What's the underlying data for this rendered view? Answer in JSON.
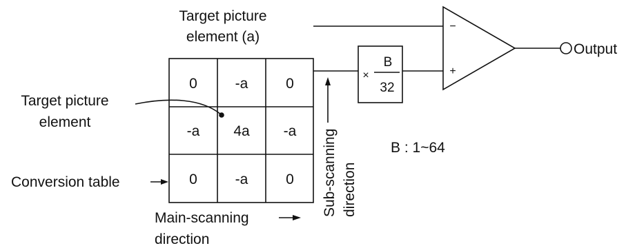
{
  "labels": {
    "target_element_a_line1": "Target picture",
    "target_element_a_line2": "element (a)",
    "target_element_line1": "Target picture",
    "target_element_line2": "element",
    "conversion_table": "Conversion table",
    "main_scanning_line1": "Main-scanning",
    "main_scanning_line2": "direction",
    "sub_scanning_line1": "Sub-scanning",
    "sub_scanning_line2": "direction",
    "b_range": "B : 1~64",
    "output": "Output"
  },
  "table": {
    "rows": [
      [
        "0",
        "-a",
        "0"
      ],
      [
        "-a",
        "4a",
        "-a"
      ],
      [
        "0",
        "-a",
        "0"
      ]
    ]
  },
  "multiplier": {
    "times": "×",
    "numerator": "B",
    "denominator": "32"
  },
  "amplifier": {
    "minus": "−",
    "plus": "+"
  }
}
